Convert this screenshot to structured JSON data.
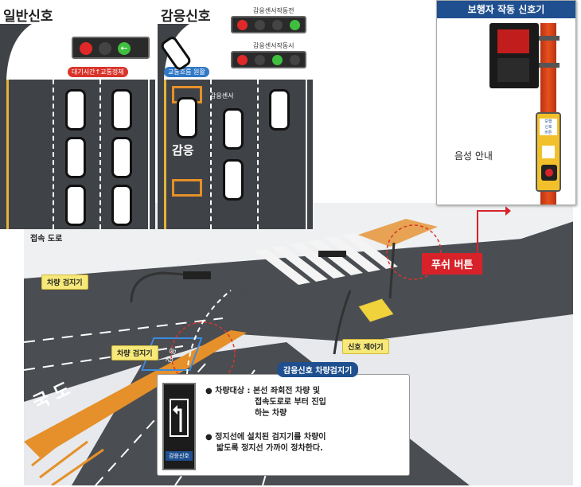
{
  "panel_general": {
    "title": "일반신호",
    "badge": "대기시간↑교통정체",
    "arrow_glyph": "←"
  },
  "panel_sensing": {
    "title": "감응신호",
    "label_top": "감응센서작동전",
    "label_bottom": "감응센서작동시",
    "badge": "교통흐름 원활",
    "sensor_label": "감응센서",
    "road_text": "감응"
  },
  "panel_ped": {
    "title": "보행자 작동 신호기",
    "voice": "음성 안내",
    "button_text": "보행\n신호\n버튼"
  },
  "scene": {
    "road_connect": "접속 도로",
    "detector_1": "차량 검지기",
    "detector_2": "차량 검지기",
    "controller": "신호 제어기",
    "push_button": "푸쉬 버튼",
    "national_road": "국 도",
    "road_marking": "감 응"
  },
  "info_box": {
    "title": "감응신호 차량검지기",
    "sign_text": "감응신호",
    "bullet1_head": "차량대상 :",
    "bullet1_line1": "본선 좌회전 차량 및",
    "bullet1_line2": "접속도로로 부터 진입",
    "bullet1_line3": "하는 차량",
    "bullet2_line1": "정지선에 설치된 검지기를 차량이",
    "bullet2_line2": "밟도록 정지선 가까이 정차한다."
  },
  "colors": {
    "road": "#4a4d52",
    "lane": "#ffffff",
    "accent_orange": "#e5902a",
    "red_badge": "#d9342b",
    "blue_badge": "#3178c6",
    "push_red": "#d8222a",
    "pole_orange": "#e8501e"
  }
}
